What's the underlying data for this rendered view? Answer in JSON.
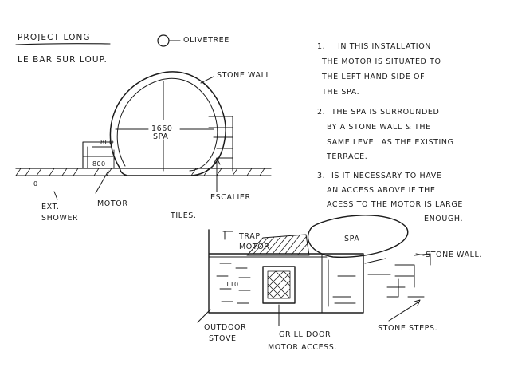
{
  "header": {
    "project": "PROJECT LONG",
    "location": "LE BAR SUR LOUP.",
    "olive_tree": "OLIVETREE"
  },
  "elevation": {
    "stone_wall": "STONE WALL",
    "spa_size": "1660",
    "spa": "SPA",
    "dim_width": "800",
    "dim_height": "800",
    "ext_shower_1": "EXT.",
    "ext_shower_2": "SHOWER",
    "motor": "MOTOR",
    "escalier": "ESCALIER",
    "zero": "0"
  },
  "notes": [
    {
      "num": "1.",
      "lines": [
        "IN THIS INSTALLATION",
        "THE MOTOR IS SITUATED TO",
        "THE LEFT HAND SIDE OF",
        "THE SPA."
      ]
    },
    {
      "num": "2.",
      "lines": [
        "THE SPA IS SURROUNDED",
        "BY A STONE WALL & THE",
        "SAME LEVEL AS THE EXISTING",
        "TERRACE."
      ]
    },
    {
      "num": "3.",
      "lines": [
        "IS IT NECESSARY TO HAVE",
        "AN ACCESS ABOVE IF THE",
        "ACESS TO THE MOTOR IS LARGE",
        "ENOUGH."
      ]
    }
  ],
  "perspective": {
    "tiles": "TILES.",
    "trap_1": "TRAP",
    "trap_2": "MOTOR",
    "spa": "SPA",
    "stone_wall": "STONE WALL.",
    "outdoor_1": "OUTDOOR",
    "outdoor_2": "STOVE",
    "grill_1": "GRILL DOOR",
    "grill_2": "MOTOR ACCESS.",
    "stone_steps": "STONE STEPS.",
    "mark": "110."
  }
}
